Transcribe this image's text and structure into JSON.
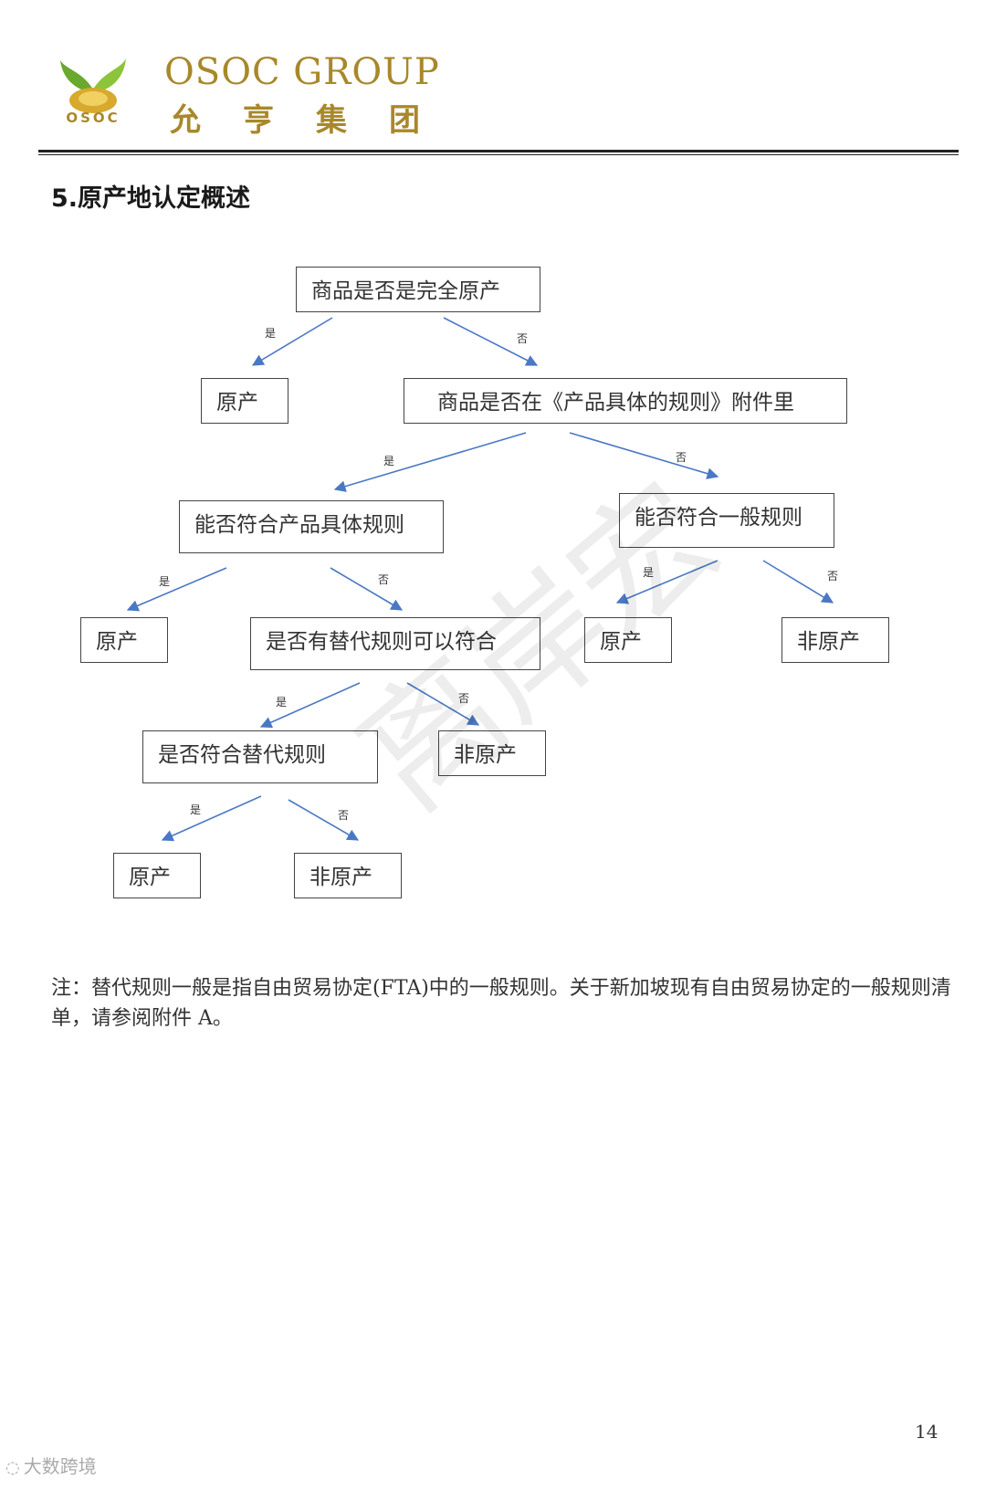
{
  "header": {
    "logo_text": "OSOC",
    "brand_en": "OSOC GROUP",
    "brand_cn": "允亨集团",
    "brand_color": "#a8882a",
    "logo_green": "#6aa82e"
  },
  "section_title": "5.原产地认定概述",
  "flowchart": {
    "nodes": {
      "n1": "商品是否是完全原产",
      "n2": "原产",
      "n3": "商品是否在《产品具体的规则》附件里",
      "n4": "能否符合产品具体规则",
      "n5": "能否符合一般规则",
      "n6": "原产",
      "n7": "是否有替代规则可以符合",
      "n8": "原产",
      "n9": "非原产",
      "n10": "是否符合替代规则",
      "n11": "非原产",
      "n12": "原产",
      "n13": "非原产"
    },
    "yes_label": "是",
    "no_label": "否",
    "arrow_color": "#4a78c4"
  },
  "watermark": "离岸宏",
  "note": "注：替代规则一般是指自由贸易协定(FTA)中的一般规则。关于新加坡现有自由贸易协定的一般规则清单，请参阅附件 A。",
  "page_number": "14",
  "corner_mark": "大数跨境"
}
